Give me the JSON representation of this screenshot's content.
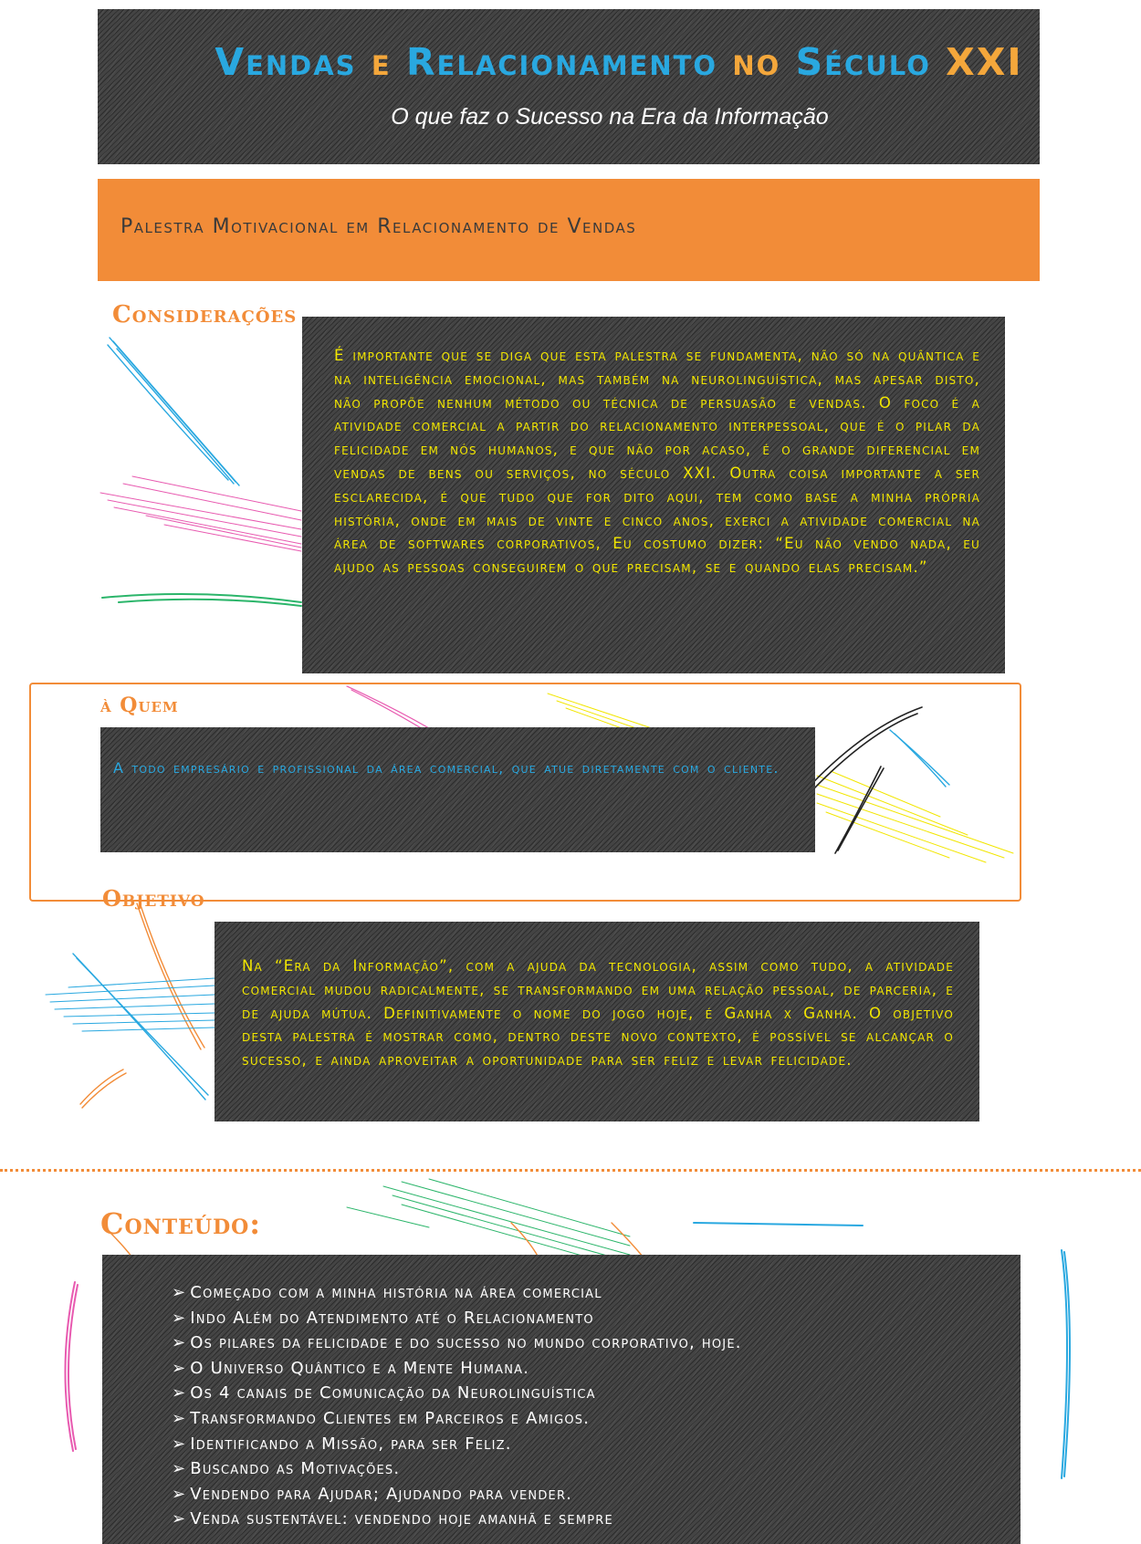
{
  "header": {
    "title_words": [
      {
        "text": "Vendas",
        "tone": "b"
      },
      {
        "text": "e",
        "tone": "w"
      },
      {
        "text": "Relacionamento",
        "tone": "b"
      },
      {
        "text": "no",
        "tone": "w"
      },
      {
        "text": "Século",
        "tone": "b"
      },
      {
        "text": "XXI",
        "tone": "w"
      }
    ],
    "subtitle": "O que faz o Sucesso na Era da Informação"
  },
  "banner": {
    "text": "Palestra Motivacional em Relacionamento de Vendas"
  },
  "consideracoes": {
    "heading": "Considerações",
    "body": "É importante que se diga que esta palestra se fundamenta, não só na quântica e na inteligência emocional, mas também na neurolinguística, mas apesar disto, não propõe nenhum método ou técnica de persuasão e vendas. O foco é a atividade comercial a partir do relacionamento interpessoal, que é o pilar da felicidade em nós humanos, e que não por acaso, é o grande diferencial em vendas de bens ou serviços, no século XXI. Outra coisa importante a ser esclarecida, é que tudo que for dito aqui, tem como base a minha própria história, onde em mais de vinte e cinco anos, exerci a atividade comercial na área de softwares corporativos, Eu costumo dizer: “Eu não vendo nada, eu ajudo as pessoas conseguirem o que precisam, se e quando elas precisam.”"
  },
  "quem": {
    "heading": "à Quem",
    "body": "A todo empresário e profissional da área comercial, que atue diretamente com o cliente."
  },
  "objetivo": {
    "heading": "Objetivo",
    "body": "Na “Era da Informação”, com a ajuda da tecnologia, assim como tudo, a atividade comercial mudou radicalmente, se transformando em uma relação pessoal, de parceria, e de ajuda mútua. Definitivamente o nome do jogo hoje, é Ganha x Ganha. O objetivo desta palestra é mostrar como, dentro deste novo contexto, é possível se alcançar o sucesso, e ainda aproveitar a oportunidade para ser feliz e levar felicidade."
  },
  "conteudo": {
    "heading": "Conteúdo:",
    "bullet": "➢",
    "items": [
      "Começado com a minha história na área comercial",
      "Indo Além do Atendimento até o Relacionamento",
      "Os pilares da felicidade e do sucesso no mundo corporativo, hoje.",
      "O Universo Quântico e a Mente Humana.",
      "Os 4 canais de Comunicação da Neurolinguística",
      "Transformando Clientes em Parceiros e Amigos.",
      "Identificando a Missão, para ser Feliz.",
      "Buscando as Motivações.",
      "Vendendo para Ajudar; Ajudando para vender.",
      "Venda sustentável: vendendo hoje amanhã e sempre"
    ]
  },
  "colors": {
    "orange": "#f28c38",
    "yellow_text": "#f2e600",
    "blue_text": "#29a8e0",
    "box_gray": "#444444",
    "title_blue": "#29a8e0",
    "title_gold": "#f4a73b"
  }
}
